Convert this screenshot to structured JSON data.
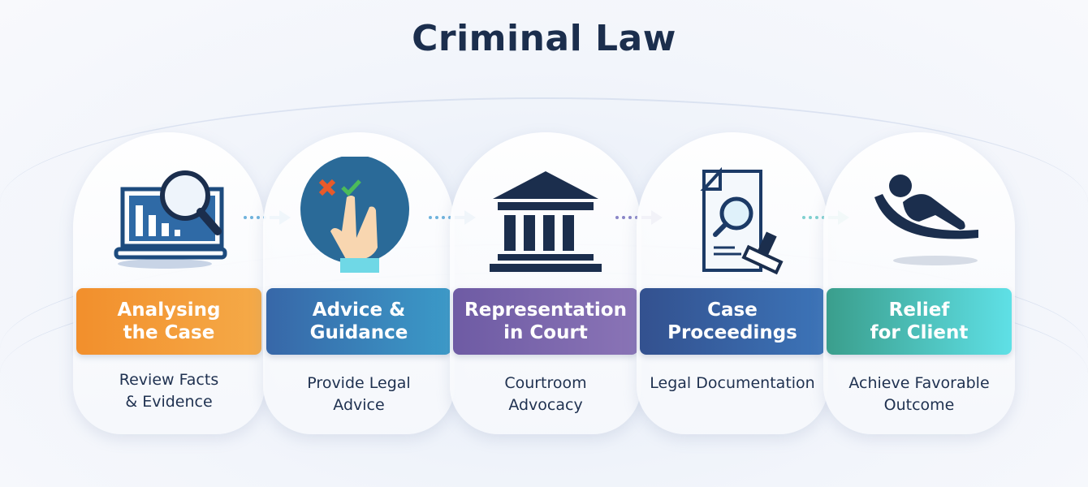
{
  "title": "Criminal Law",
  "steps": [
    {
      "label_line1": "Analysing",
      "label_line2": "the Case",
      "desc_line1": "Review Facts",
      "desc_line2": "& Evidence",
      "icon": "laptop-magnifier-icon",
      "color": "#f29a34"
    },
    {
      "label_line1": "Advice &",
      "label_line2": "Guidance",
      "desc_line1": "Provide Legal",
      "desc_line2": "Advice",
      "icon": "hand-choice-icon",
      "color": "#3b7fb8"
    },
    {
      "label_line1": "Representation",
      "label_line2": "in Court",
      "desc_line1": "Courtroom",
      "desc_line2": "Advocacy",
      "icon": "courthouse-icon",
      "color": "#7d66ab"
    },
    {
      "label_line1": "Case",
      "label_line2": "Proceedings",
      "desc_line1": "Legal Documentation",
      "desc_line2": "",
      "icon": "document-stamp-icon",
      "color": "#3a5fa3"
    },
    {
      "label_line1": "Relief",
      "label_line2": "for Client",
      "desc_line1": "Achieve Favorable",
      "desc_line2": "Outcome",
      "icon": "relaxing-person-icon",
      "color": "#3fb4a4"
    }
  ]
}
